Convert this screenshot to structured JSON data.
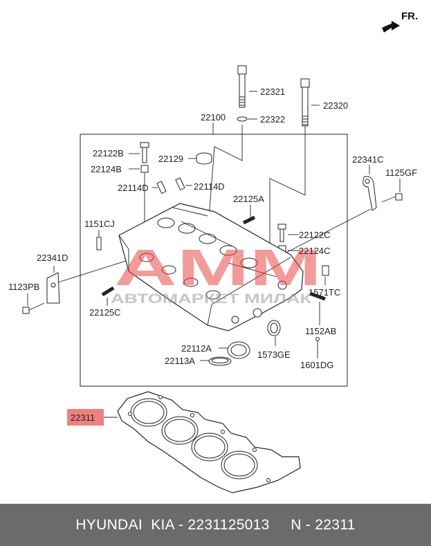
{
  "orientation_label": "FR.",
  "labels": {
    "p22321": "22321",
    "p22320": "22320",
    "p22322": "22322",
    "p22100": "22100",
    "p22122B": "22122B",
    "p22129": "22129",
    "p22124B": "22124B",
    "p22114D_left": "22114D",
    "p22114D_right": "22114D",
    "p22341C": "22341C",
    "p1125GF": "1125GF",
    "p22125A": "22125A",
    "p1151CJ": "1151CJ",
    "p22122C": "22122C",
    "p22341D": "22341D",
    "p22124C": "22124C",
    "p1123PB": "1123PB",
    "p1571TC": "1571TC",
    "p22125C": "22125C",
    "p1152AB": "1152AB",
    "p22112A": "22112A",
    "p1573GE": "1573GE",
    "p22113A": "22113A",
    "p1601DG": "1601DG",
    "p22311": "22311"
  },
  "watermark": {
    "logo": "AMM",
    "text": "АВТОМАРКЕТ МИЛАК"
  },
  "highlight_color": "#f08080",
  "footer_text": "HYUNDAI  KIA - 2231125013     N - 22311"
}
